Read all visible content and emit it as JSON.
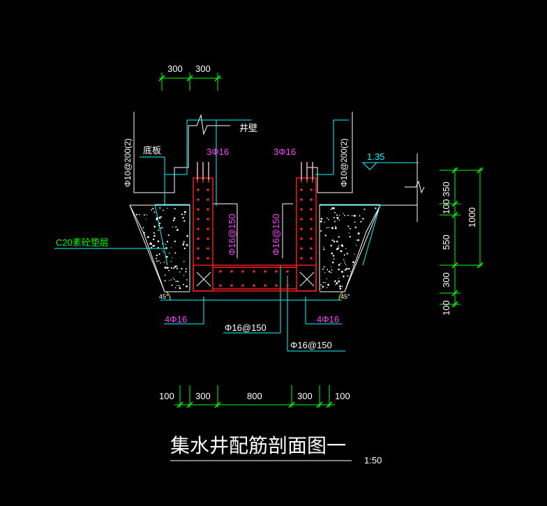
{
  "colors": {
    "background": "#000000",
    "dimension": "#00ff00",
    "text_white": "#ffffff",
    "rebar": "#ff2020",
    "leader": "#00ffff",
    "label_magenta": "#ff40ff",
    "outline": "#ffffff",
    "ground": "#ffff00"
  },
  "dims_top": [
    "300",
    "300"
  ],
  "labels": {
    "wall": "井壁",
    "base_slab": "底板",
    "side_rebar_left": "Φ10@200(2)",
    "side_rebar_right": "Φ10@200(2)",
    "top_bars_left": "3Φ16",
    "top_bars_right": "3Φ16",
    "level": "1.35",
    "cushion": "C20素砼垫层",
    "wall_stirrup_left": "Φ16@150",
    "wall_stirrup_right": "Φ16@150",
    "corner_bars_left": "4Φ16",
    "corner_bars_right": "4Φ16",
    "bottom_bars_1": "Φ16@150",
    "bottom_bars_2": "Φ16@150",
    "angle_left": "45°",
    "angle_right": "45°"
  },
  "dims_right": [
    "350",
    "100",
    "550",
    "300",
    "100"
  ],
  "dim_total": "1000",
  "dims_bottom": [
    "100",
    "300",
    "800",
    "300",
    "100"
  ],
  "title": "集水井配筋剖面图一",
  "scale": "1:50"
}
